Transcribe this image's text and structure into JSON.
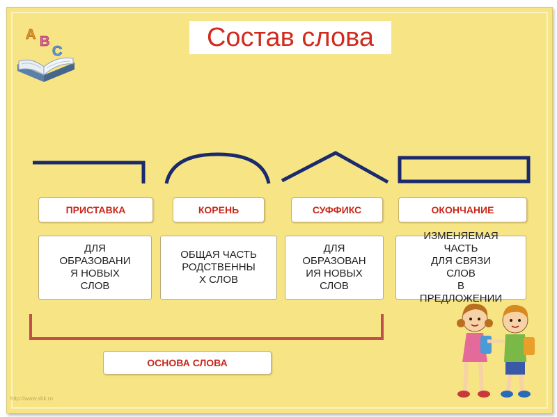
{
  "title": "Состав слова",
  "parts": [
    {
      "label": "ПРИСТАВКА",
      "description": "ДЛЯ\nОБРАЗОВАНИ\nЯ НОВЫХ\nСЛОВ"
    },
    {
      "label": "КОРЕНЬ",
      "description": "ОБЩАЯ ЧАСТЬ\nРОДСТВЕННЫ\nХ СЛОВ"
    },
    {
      "label": "СУФФИКС",
      "description": "ДЛЯ\nОБРАЗОВАН\nИЯ НОВЫХ\nСЛОВ"
    },
    {
      "label": "ОКОНЧАНИЕ",
      "description": "ИЗМЕНЯЕМАЯ\nЧАСТЬ\nДЛЯ СВЯЗИ\nСЛОВ\nВ\nПРЕДЛОЖЕНИИ"
    }
  ],
  "stem_label": "ОСНОВА СЛОВА",
  "logo_letters": [
    "A",
    "B",
    "C"
  ],
  "watermark": "http://www.shk.ru",
  "colors": {
    "board": "#f7e585",
    "accent_red": "#c8281a",
    "symbol_navy": "#1a2a6c",
    "bracket": "#c0504d"
  },
  "icons": [
    "abc-book-icon",
    "children-illustration"
  ]
}
